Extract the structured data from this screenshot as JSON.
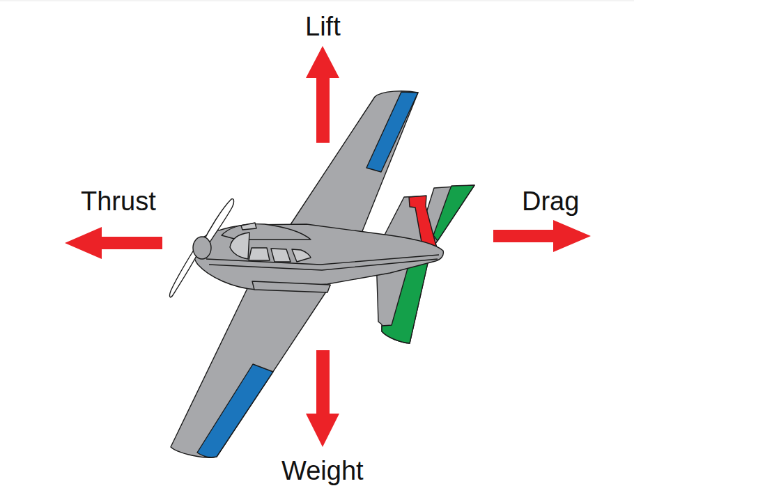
{
  "diagram": {
    "labels": [
      "Lift",
      "Thrust",
      "Drag",
      "Weight"
    ]
  }
}
